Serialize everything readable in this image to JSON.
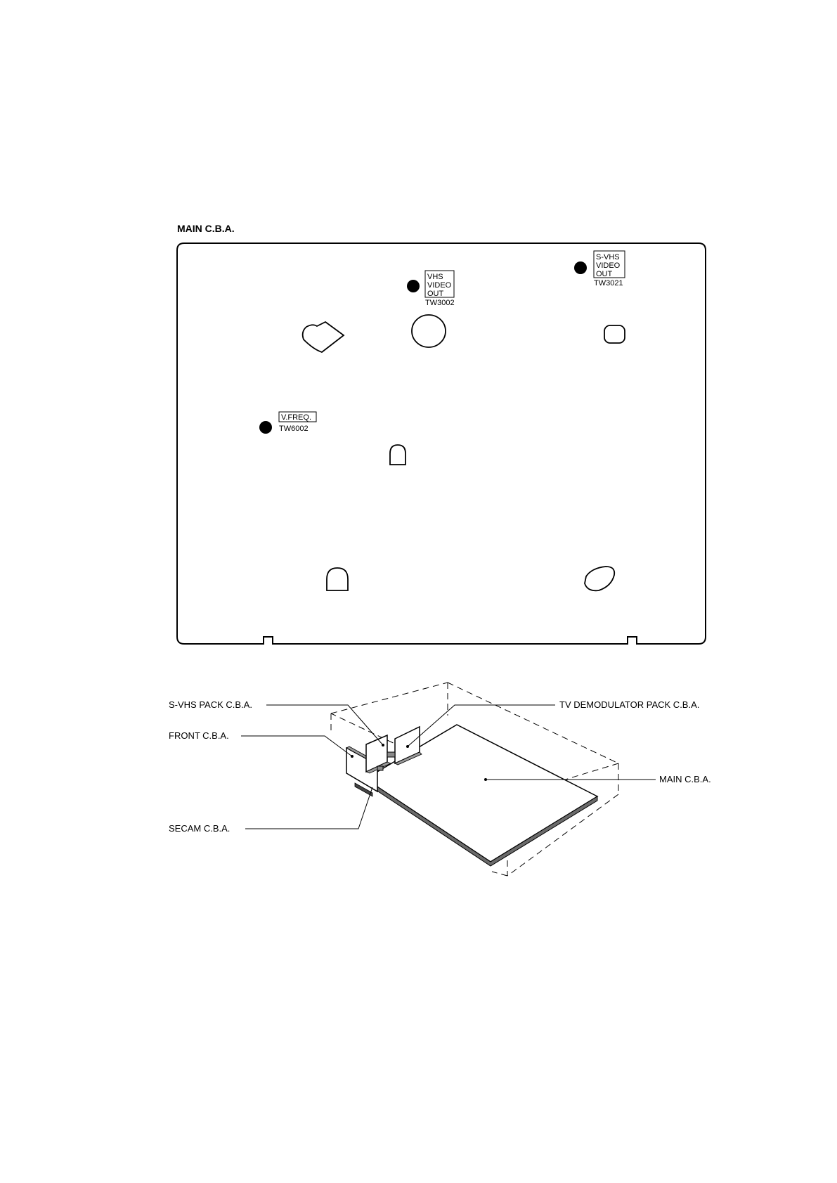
{
  "board_title": "MAIN C.B.A.",
  "test_points": [
    {
      "box_lines": [
        "S-VHS",
        "VIDEO",
        "OUT"
      ],
      "id": "TW3021"
    },
    {
      "box_lines": [
        "VHS",
        "VIDEO",
        "OUT"
      ],
      "id": "TW3002"
    },
    {
      "box_lines": [
        "V.FREQ."
      ],
      "id": "TW6002"
    }
  ],
  "exploded_view": {
    "callouts": {
      "svhs_pack": "S-VHS PACK C.B.A.",
      "tv_demod": "TV DEMODULATOR PACK C.B.A.",
      "front": "FRONT C.B.A.",
      "main": "MAIN C.B.A.",
      "secam": "SECAM C.B.A."
    }
  }
}
